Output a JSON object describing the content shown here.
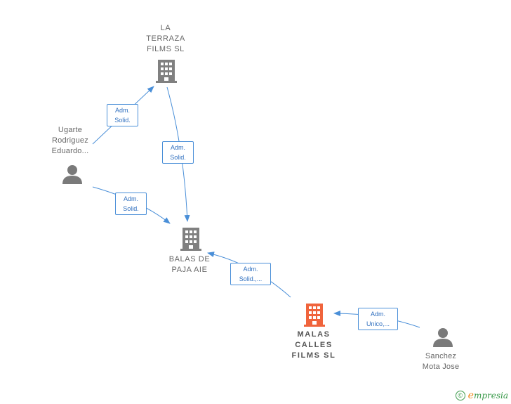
{
  "nodes": {
    "la_terraza": {
      "lines": [
        "LA",
        "TERRAZA",
        "FILMS  SL"
      ],
      "type": "company"
    },
    "balas": {
      "lines": [
        "BALAS DE",
        "PAJA AIE"
      ],
      "type": "company"
    },
    "malas": {
      "lines": [
        "MALAS",
        "CALLES",
        "FILMS  SL"
      ],
      "type": "company-focus"
    },
    "ugarte": {
      "lines": [
        "Ugarte",
        "Rodriguez",
        "Eduardo..."
      ],
      "type": "person"
    },
    "sanchez": {
      "lines": [
        "Sanchez",
        "Mota Jose"
      ],
      "type": "person"
    }
  },
  "edges": {
    "ugarte_terraza": {
      "lines": [
        "Adm.",
        "Solid."
      ]
    },
    "terraza_balas": {
      "lines": [
        "Adm.",
        "Solid."
      ]
    },
    "ugarte_balas": {
      "lines": [
        "Adm.",
        "Solid."
      ]
    },
    "malas_balas": {
      "lines": [
        "Adm.",
        "Solid.,..."
      ]
    },
    "sanchez_malas": {
      "lines": [
        "Adm.",
        "Unico,..."
      ]
    }
  },
  "colors": {
    "edge": "#4a8fd8",
    "company_icon": "#808080",
    "focus_icon": "#f0643c",
    "person_icon": "#7a7a7a"
  },
  "footer": {
    "copyright_symbol": "©",
    "brand_initial": "e",
    "brand_rest": "mpresia"
  }
}
